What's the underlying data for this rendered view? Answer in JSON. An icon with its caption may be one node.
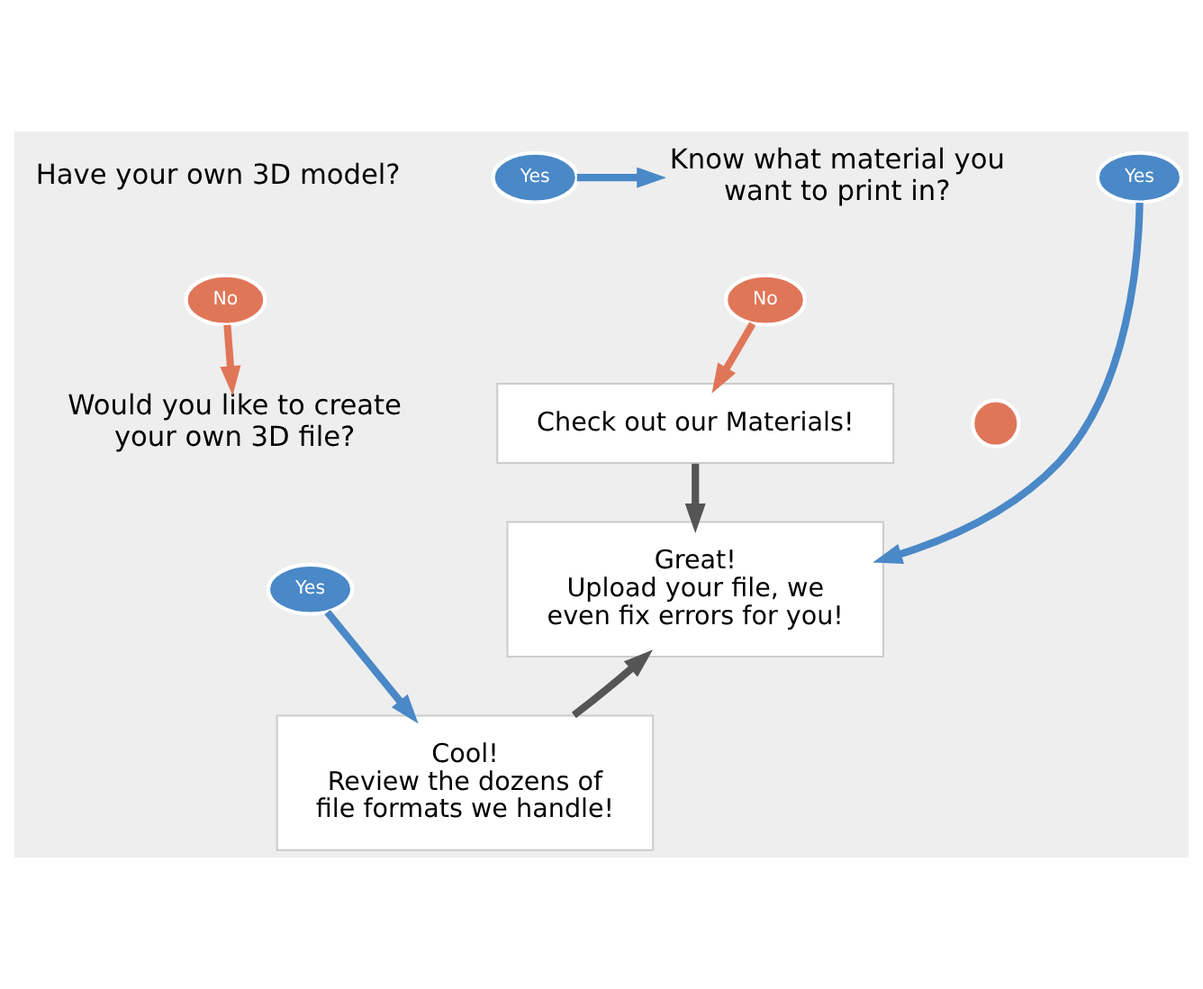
{
  "diagram": {
    "nodes": [
      {
        "text": [
          "Have your own 3D model?"
        ]
      },
      {
        "text": [
          "Yes"
        ]
      },
      {
        "text": [
          "No"
        ]
      },
      {
        "text": [
          "Know what material you want to print in?"
        ]
      },
      {
        "text": [
          "Yes"
        ]
      },
      {
        "text": [
          "No"
        ]
      },
      {
        "text": [
          "Would you like to create your own 3D file?"
        ]
      },
      {
        "text": [],
        "shape": "circle"
      },
      {
        "text": [
          "Yes"
        ]
      },
      {
        "text": [
          "Check out our Materials!"
        ]
      },
      {
        "text": [
          "Great!",
          "Upload your file, we even fix errors for you!"
        ]
      },
      {
        "text": [
          "Cool!",
          "Review the dozens of file formats we handle!"
        ]
      }
    ],
    "edges": [
      {
        "from": 1,
        "to": 3,
        "arrow": "to"
      },
      {
        "from": 2,
        "to": 6,
        "arrow": "to",
        "color": "#e07658"
      },
      {
        "from": 5,
        "to": 9,
        "arrow": "to",
        "color": "#e07658"
      },
      {
        "from": 4,
        "to": 10,
        "arrow": "to"
      },
      {
        "from": 9,
        "to": 10,
        "arrow": "to",
        "color": "#555555"
      },
      {
        "from": 8,
        "to": 11,
        "arrow": "to"
      },
      {
        "from": 11,
        "to": 10,
        "arrow": "to",
        "color": "#555555"
      }
    ]
  }
}
